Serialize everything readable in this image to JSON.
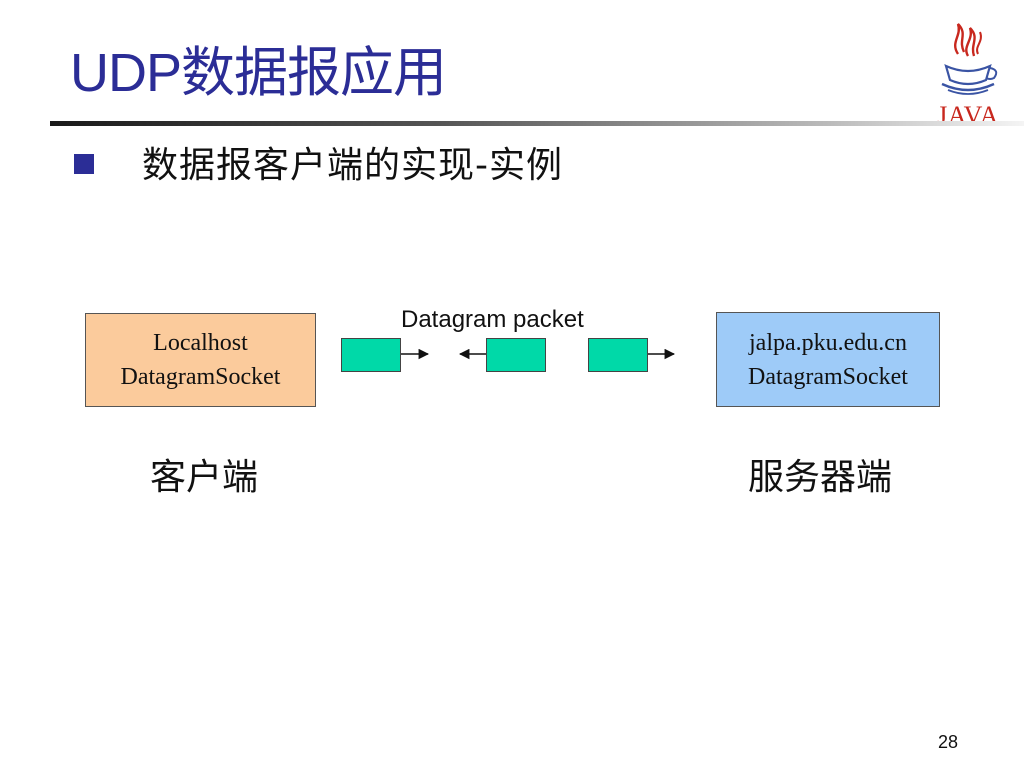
{
  "slide": {
    "title": "UDP数据报应用",
    "bullet": "数据报客户端的实现-实例",
    "page_number": "28"
  },
  "logo": {
    "text": "JAVA",
    "icon": "java-coffee-cup-icon"
  },
  "diagram": {
    "packet_label": "Datagram packet",
    "client_box": {
      "line1": "Localhost",
      "line2": "DatagramSocket",
      "color": "#fbcb9c"
    },
    "server_box": {
      "line1": "jalpa.pku.edu.cn",
      "line2": "DatagramSocket",
      "color": "#9ecbf8"
    },
    "packet_color": "#00d9a8",
    "client_label": "客户端",
    "server_label": "服务器端"
  },
  "colors": {
    "title": "#2b2d96",
    "logo_red": "#c8281e",
    "logo_blue": "#3a54a4"
  }
}
